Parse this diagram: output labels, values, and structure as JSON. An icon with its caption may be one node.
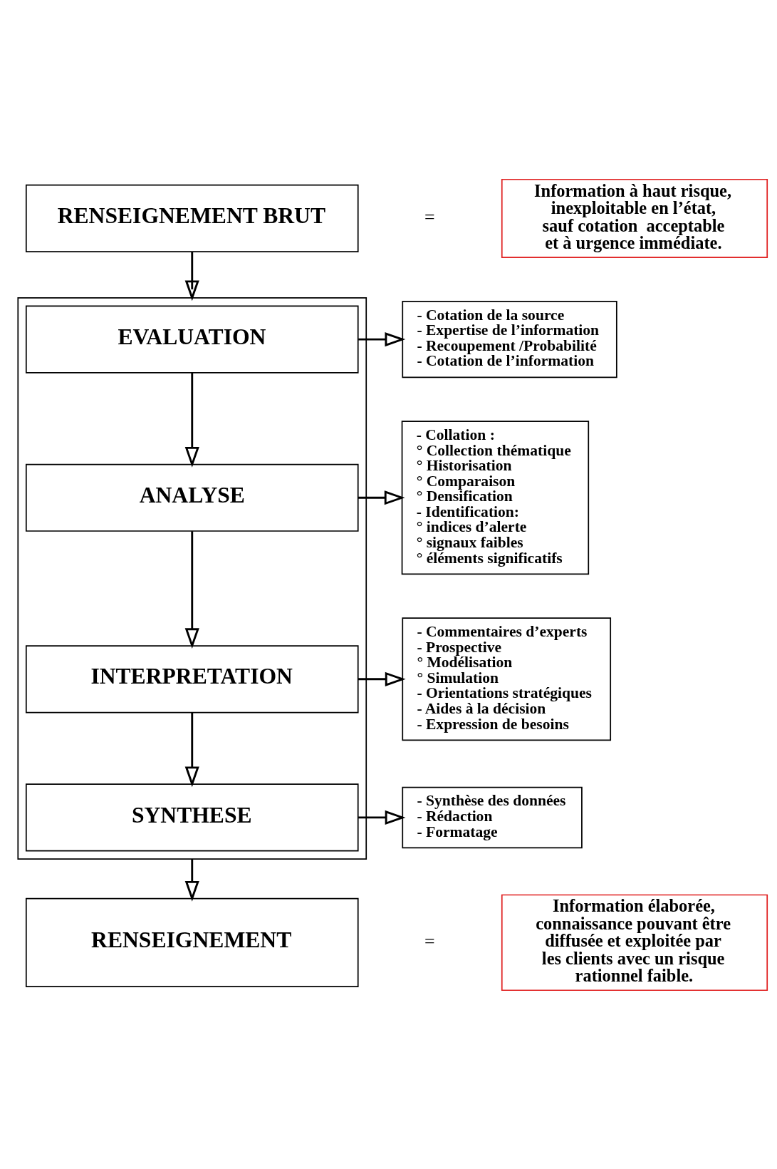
{
  "diagram": {
    "nodes": [
      {
        "text": [
          "RENSEIGNEMENT BRUT"
        ]
      },
      {
        "text": [
          "Information à haut risque, inexploitable en l’état, sauf cotation  acceptable et à urgence immédiate."
        ]
      },
      {
        "text": [],
        "shape": "box"
      },
      {
        "text": [
          "EVALUATION"
        ],
        "in": 2
      },
      {
        "text": [
          "- Cotation de la source",
          "- Expertise de l’information",
          "- Recoupement /Probabilité",
          "- Cotation de l’information"
        ]
      },
      {
        "text": [
          "ANALYSE"
        ],
        "in": 2
      },
      {
        "text": [
          "- Collation :",
          "° Collection thématique",
          "° Historisation",
          "° Comparaison",
          "° Densification",
          "- Identification:",
          "° indices d’alerte",
          "° signaux faibles",
          "° éléments significatifs"
        ]
      },
      {
        "text": [
          "INTERPRETATION"
        ],
        "in": 2
      },
      {
        "text": [
          "- Commentaires d’experts",
          "- Prospective",
          "° Modélisation",
          "° Simulation",
          "- Orientations stratégiques",
          "- Aides à la décision",
          "- Expression de besoins"
        ]
      },
      {
        "text": [
          "SYNTHESE"
        ],
        "in": 2
      },
      {
        "text": [
          "- Synthèse des données",
          "- Rédaction",
          "- Formatage"
        ]
      },
      {
        "text": [
          "RENSEIGNEMENT"
        ]
      },
      {
        "text": [
          "Information élaborée, connaissance pouvant être diffusée et exploitée par les clients avec un risque rationnel faible."
        ]
      }
    ],
    "edges": [
      {
        "from": 0,
        "to": 2,
        "arrow": "to"
      },
      {
        "from": 3,
        "to": 4,
        "arrow": "to"
      },
      {
        "from": 3,
        "to": 5,
        "arrow": "to"
      },
      {
        "from": 5,
        "to": 6,
        "arrow": "to"
      },
      {
        "from": 5,
        "to": 7,
        "arrow": "to"
      },
      {
        "from": 7,
        "to": 8,
        "arrow": "to"
      },
      {
        "from": 7,
        "to": 9,
        "arrow": "to"
      },
      {
        "from": 9,
        "to": 10,
        "arrow": "to"
      },
      {
        "from": 2,
        "to": 11,
        "arrow": "to"
      }
    ],
    "labels": [
      "=",
      "="
    ]
  }
}
